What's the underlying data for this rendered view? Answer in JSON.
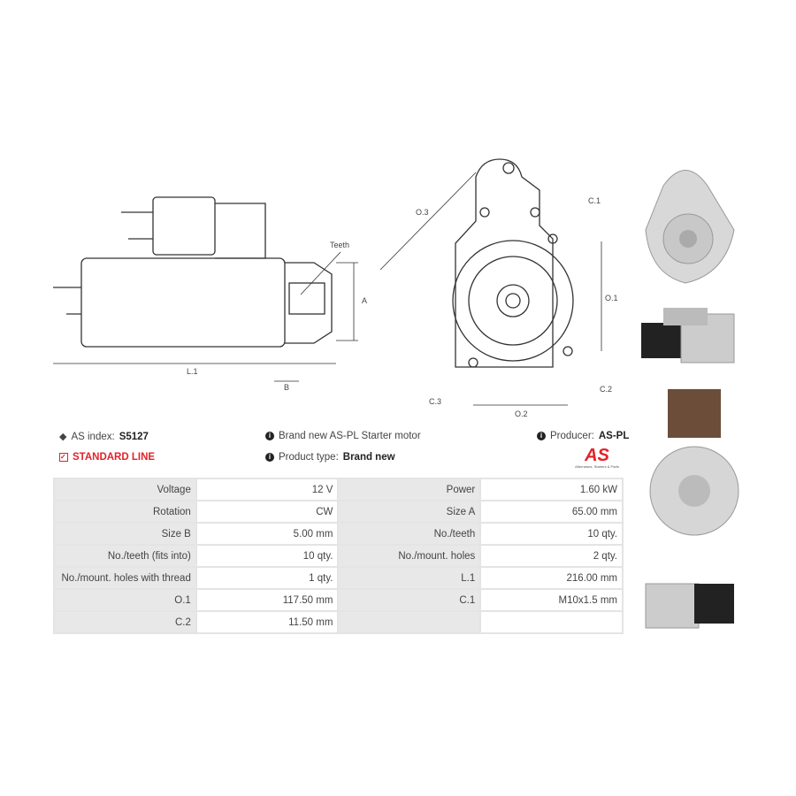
{
  "drawing": {
    "labels": {
      "teeth": "Teeth",
      "a": "A",
      "b": "B",
      "l1": "L.1",
      "o3": "O.3",
      "c1": "C.1",
      "o1": "O.1",
      "c2": "C.2",
      "c3": "C.3",
      "o2": "O.2"
    }
  },
  "info": {
    "as_index_label": "AS index:",
    "as_index_value": "S5127",
    "line": "STANDARD LINE",
    "description": "Brand new AS-PL Starter motor",
    "product_type_label": "Product type:",
    "product_type_value": "Brand new",
    "producer_label": "Producer:",
    "producer_value": "AS-PL",
    "logo_text": "AS",
    "logo_tagline": "Alternators, Starters & Parts"
  },
  "colors": {
    "accent": "#e3222b",
    "table_key_bg": "#e8e8e8"
  },
  "specs": [
    [
      "Voltage",
      "12 V",
      "Power",
      "1.60 kW"
    ],
    [
      "Rotation",
      "CW",
      "Size A",
      "65.00 mm"
    ],
    [
      "Size B",
      "5.00 mm",
      "No./teeth",
      "10 qty."
    ],
    [
      "No./teeth (fits into)",
      "10 qty.",
      "No./mount. holes",
      "2 qty."
    ],
    [
      "No./mount. holes with thread",
      "1 qty.",
      "L.1",
      "216.00 mm"
    ],
    [
      "O.1",
      "117.50 mm",
      "C.1",
      "M10x1.5 mm"
    ],
    [
      "C.2",
      "11.50 mm",
      "",
      ""
    ]
  ]
}
